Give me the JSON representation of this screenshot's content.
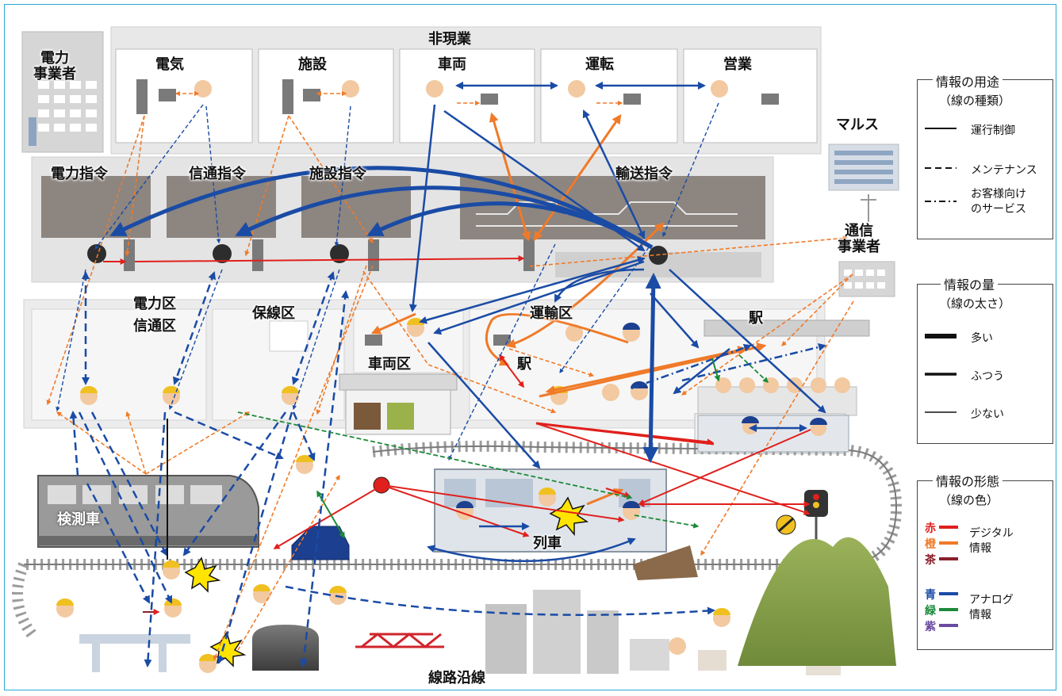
{
  "labels": {
    "non_field": "非現業",
    "electric": "電気",
    "facility": "施設",
    "vehicle": "車両",
    "operation": "運転",
    "sales": "営業",
    "power_company": "電力\n事業者",
    "power_command": "電力指令",
    "signal_command": "信通指令",
    "facility_command": "施設指令",
    "transport_command": "輸送指令",
    "mars": "マルス",
    "telecom_company": "通信\n事業者",
    "power_district": "電力区",
    "signal_district": "信通区",
    "track_district": "保線区",
    "transport_district": "運輸区",
    "vehicle_depot": "車両区",
    "station_top": "駅",
    "station_mid": "駅",
    "inspection_car": "検測車",
    "train": "列車",
    "wayside": "線路沿線"
  },
  "legend": {
    "usage": {
      "title": "情報の用途",
      "subtitle": "（線の種類）",
      "items": [
        {
          "style": "solid",
          "label": "運行制御"
        },
        {
          "style": "dashed",
          "label": "メンテナンス"
        },
        {
          "style": "dashdot",
          "label": "お客様向け\nのサービス"
        }
      ]
    },
    "volume": {
      "title": "情報の量",
      "subtitle": "（線の太さ）",
      "items": [
        {
          "weight": "thick",
          "label": "多い"
        },
        {
          "weight": "normal",
          "label": "ふつう"
        },
        {
          "weight": "thin",
          "label": "少ない"
        }
      ]
    },
    "form": {
      "title": "情報の形態",
      "subtitle": "（線の色）",
      "groups": [
        {
          "label": "デジタル\n情報",
          "colors": [
            {
              "char": "赤",
              "color": "#e0201c"
            },
            {
              "char": "橙",
              "color": "#f07a28"
            },
            {
              "char": "茶",
              "color": "#8a1f2a"
            }
          ]
        },
        {
          "label": "アナログ\n情報",
          "colors": [
            {
              "char": "青",
              "color": "#1a4ba5"
            },
            {
              "char": "緑",
              "color": "#1c8a3a"
            },
            {
              "char": "紫",
              "color": "#6a4aa0"
            }
          ]
        }
      ]
    }
  },
  "colors": {
    "frame": "#2aa9d6",
    "blue": "#1a4ba5",
    "orange": "#f07a28",
    "red": "#e0201c",
    "green": "#1c8a3a"
  }
}
